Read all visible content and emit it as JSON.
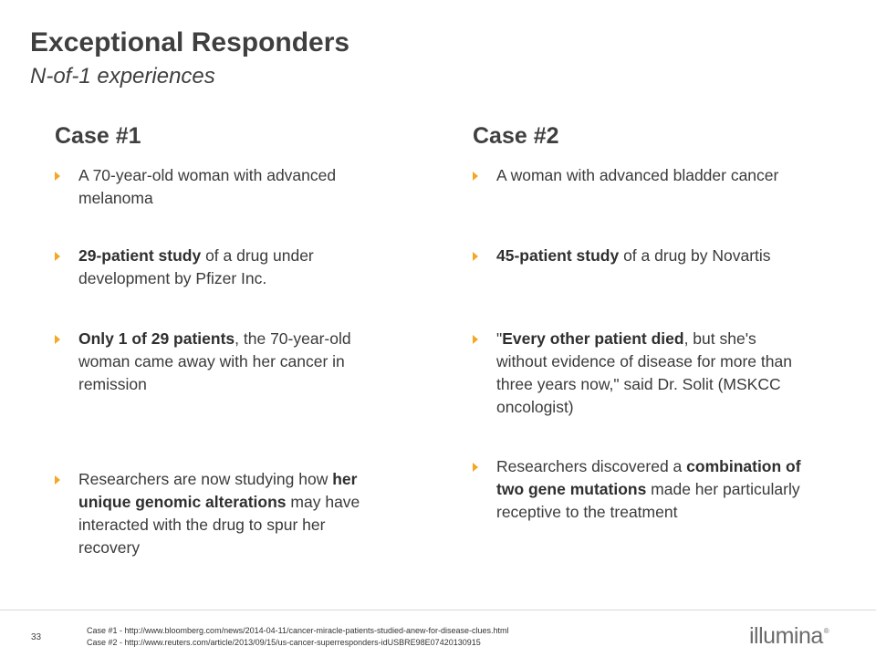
{
  "header": {
    "title": "Exceptional Responders",
    "subtitle": "N-of-1 experiences"
  },
  "case1": {
    "title": "Case #1",
    "bullets": [
      [
        {
          "t": "A 70-year-old woman with advanced melanoma",
          "b": false
        }
      ],
      [
        {
          "t": "29-patient study",
          "b": true
        },
        {
          "t": " of a drug under development by Pfizer Inc.",
          "b": false
        }
      ],
      [
        {
          "t": "Only 1 of 29 patients",
          "b": true
        },
        {
          "t": ", the 70-year-old woman came away with her cancer in remission",
          "b": false
        }
      ],
      [
        {
          "t": "Researchers are now studying how ",
          "b": false
        },
        {
          "t": "her unique genomic alterations",
          "b": true
        },
        {
          "t": " may have interacted with the drug to spur her recovery",
          "b": false
        }
      ]
    ]
  },
  "case2": {
    "title": "Case #2",
    "bullets": [
      [
        {
          "t": "A woman with advanced bladder cancer",
          "b": false
        }
      ],
      [
        {
          "t": "45-patient study",
          "b": true
        },
        {
          "t": " of a drug by Novartis",
          "b": false
        }
      ],
      [
        {
          "t": "\"",
          "b": false
        },
        {
          "t": "Every other patient died",
          "b": true
        },
        {
          "t": ", but she's without evidence of disease for more than three years now,\" said Dr. Solit (MSKCC oncologist)",
          "b": false
        }
      ],
      [
        {
          "t": "Researchers discovered a ",
          "b": false
        },
        {
          "t": "combination of two gene mutations",
          "b": true
        },
        {
          "t": " made her particularly receptive to the treatment",
          "b": false
        }
      ]
    ]
  },
  "footer": {
    "page_number": "33",
    "ref1": "Case #1 - http://www.bloomberg.com/news/2014-04-11/cancer-miracle-patients-studied-anew-for-disease-clues.html",
    "ref2": "Case #2 - http://www.reuters.com/article/2013/09/15/us-cancer-superresponders-idUSBRE98E07420130915",
    "logo": "illumina",
    "logo_mark": "®"
  },
  "colors": {
    "bullet_accent": "#f5a623",
    "text": "#3a3a3a"
  }
}
